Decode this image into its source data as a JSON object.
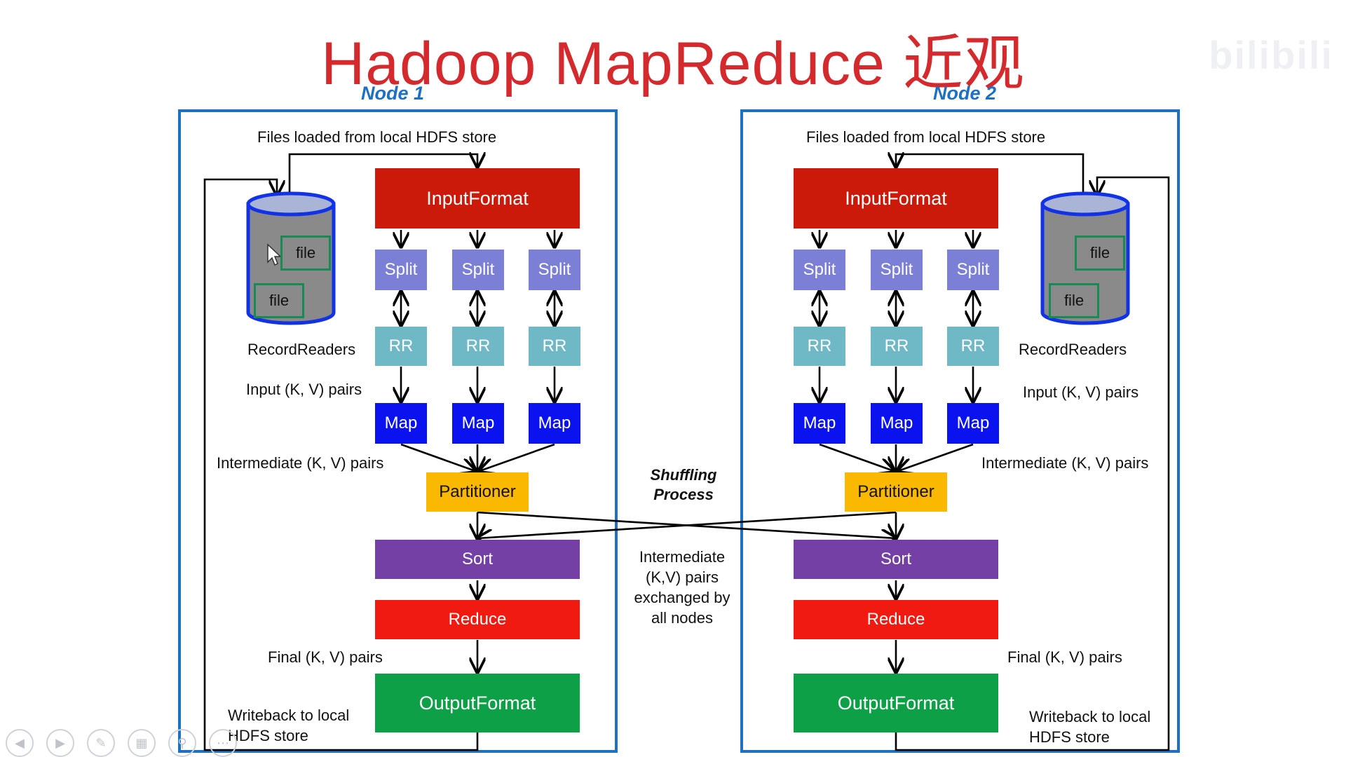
{
  "title": "Hadoop MapReduce 近观",
  "watermark": "bilibili",
  "nodes": [
    {
      "label": "Node 1"
    },
    {
      "label": "Node 2"
    }
  ],
  "labels": {
    "files_loaded": "Files loaded from local HDFS store",
    "input_format": "InputFormat",
    "split": "Split",
    "rr": "RR",
    "map": "Map",
    "partitioner": "Partitioner",
    "sort": "Sort",
    "reduce": "Reduce",
    "output_format": "OutputFormat",
    "file": "file",
    "record_readers": "RecordReaders",
    "input_pairs": "Input (K, V) pairs",
    "intermediate_pairs": "Intermediate (K, V) pairs",
    "final_pairs": "Final (K, V) pairs",
    "writeback_line1": "Writeback to local",
    "writeback_line2": "HDFS store"
  },
  "shuffle": {
    "title_line1": "Shuffling",
    "title_line2": "Process",
    "desc": "Intermediate (K,V) pairs exchanged by all nodes"
  },
  "colors": {
    "node_border": "#1e70c0",
    "title": "#d42a2e",
    "input_format": "#cc1a0a",
    "split": "#7b7fd6",
    "rr": "#6fb8c6",
    "map": "#0a12f0",
    "partitioner": "#fbb800",
    "sort": "#7440a6",
    "reduce": "#f01a10",
    "output_format": "#0ea046",
    "file_border": "#1a8a55"
  },
  "player_controls": [
    "prev-icon",
    "next-icon",
    "pen-icon",
    "slides-icon",
    "zoom-icon",
    "more-icon"
  ]
}
